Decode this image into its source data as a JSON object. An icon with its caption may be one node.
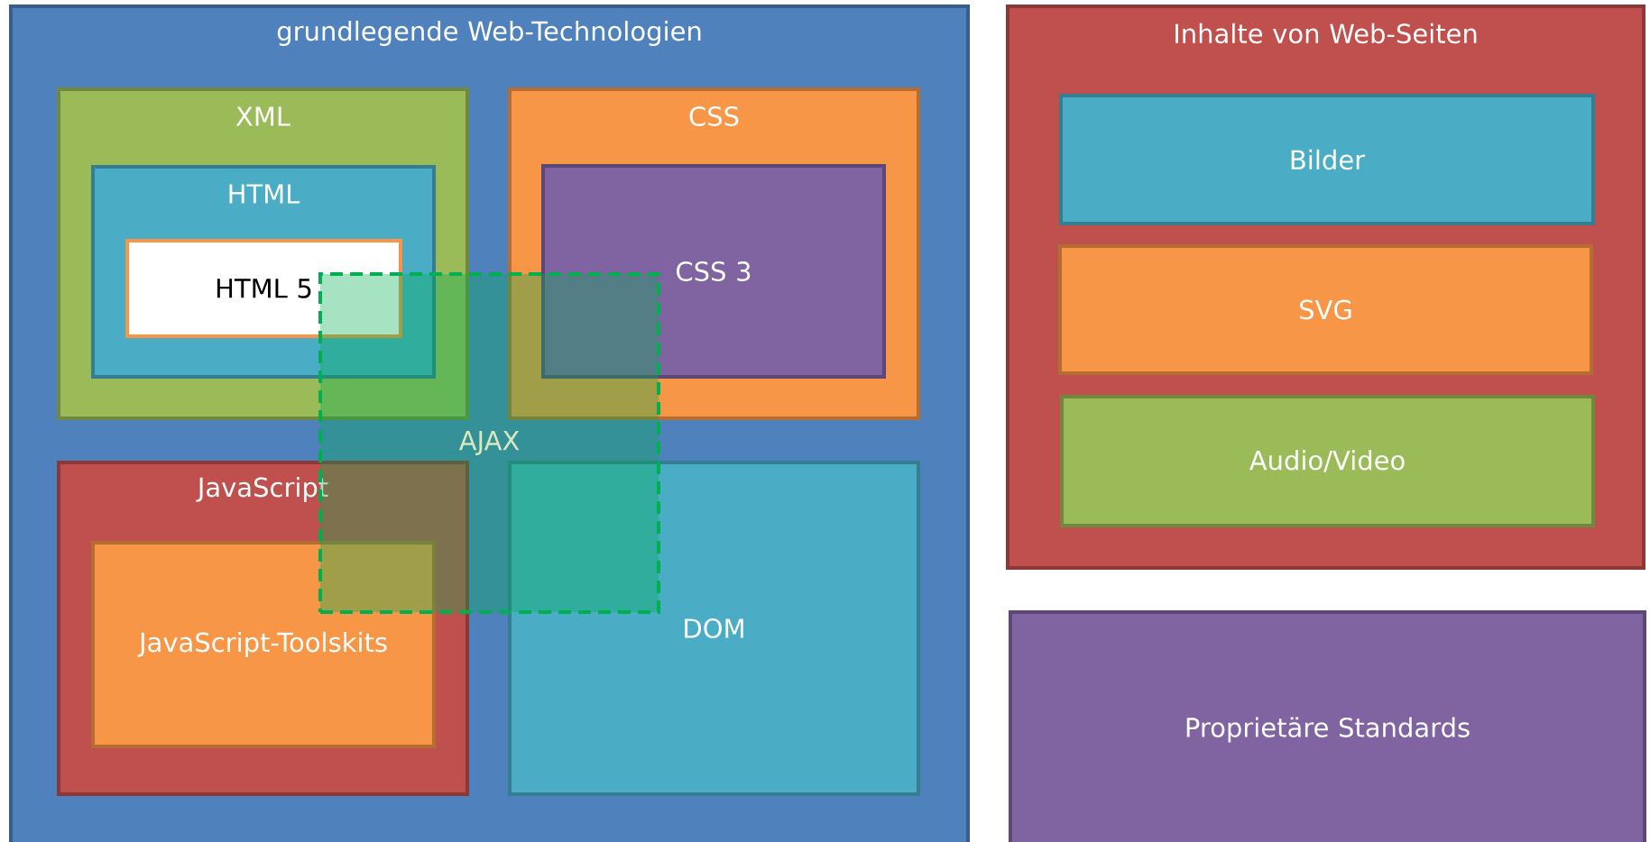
{
  "diagram": {
    "nodes": [
      {
        "text": [
          "grundlegende Web-Technologien"
        ]
      },
      {
        "text": [
          "XML"
        ],
        "in": 0
      },
      {
        "text": [
          "HTML"
        ],
        "in": 1
      },
      {
        "text": [
          "HTML 5"
        ],
        "in": 2
      },
      {
        "text": [
          "CSS"
        ],
        "in": 0
      },
      {
        "text": [
          "CSS 3"
        ],
        "in": 4
      },
      {
        "text": [
          "AJAX"
        ],
        "in": 0
      },
      {
        "text": [
          "JavaScript"
        ],
        "in": 0
      },
      {
        "text": [
          "JavaScript-Toolskits"
        ],
        "in": 7
      },
      {
        "text": [
          "DOM"
        ],
        "in": 0
      },
      {
        "text": [
          "Inhalte von Web-Seiten"
        ]
      },
      {
        "text": [
          "Bilder"
        ],
        "in": 10
      },
      {
        "text": [
          "SVG"
        ],
        "in": 10
      },
      {
        "text": [
          "Audio/Video"
        ],
        "in": 10
      },
      {
        "text": [
          "Proprietäre Standards"
        ]
      }
    ]
  }
}
